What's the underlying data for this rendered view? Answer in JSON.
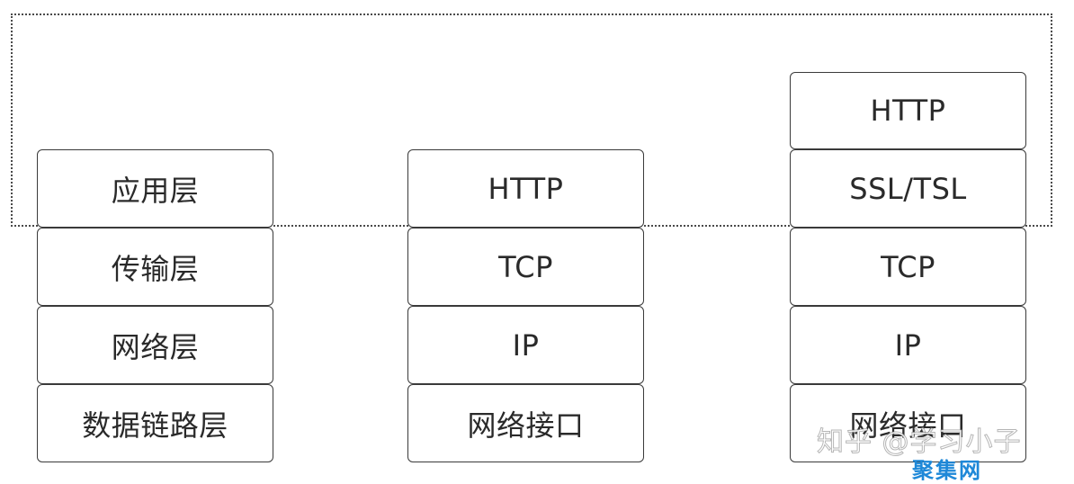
{
  "columns": [
    {
      "layers": [
        "应用层",
        "传输层",
        "网络层",
        "数据链路层"
      ]
    },
    {
      "layers": [
        "HTTP",
        "TCP",
        "IP",
        "网络接口"
      ]
    },
    {
      "layers": [
        "HTTP",
        "SSL/TSL",
        "TCP",
        "IP",
        "网络接口"
      ]
    }
  ],
  "watermark": "知乎 @学习小子",
  "logo": "聚集网",
  "colors": {
    "border": "#3a3a3a",
    "logo": "#1e88d8"
  }
}
